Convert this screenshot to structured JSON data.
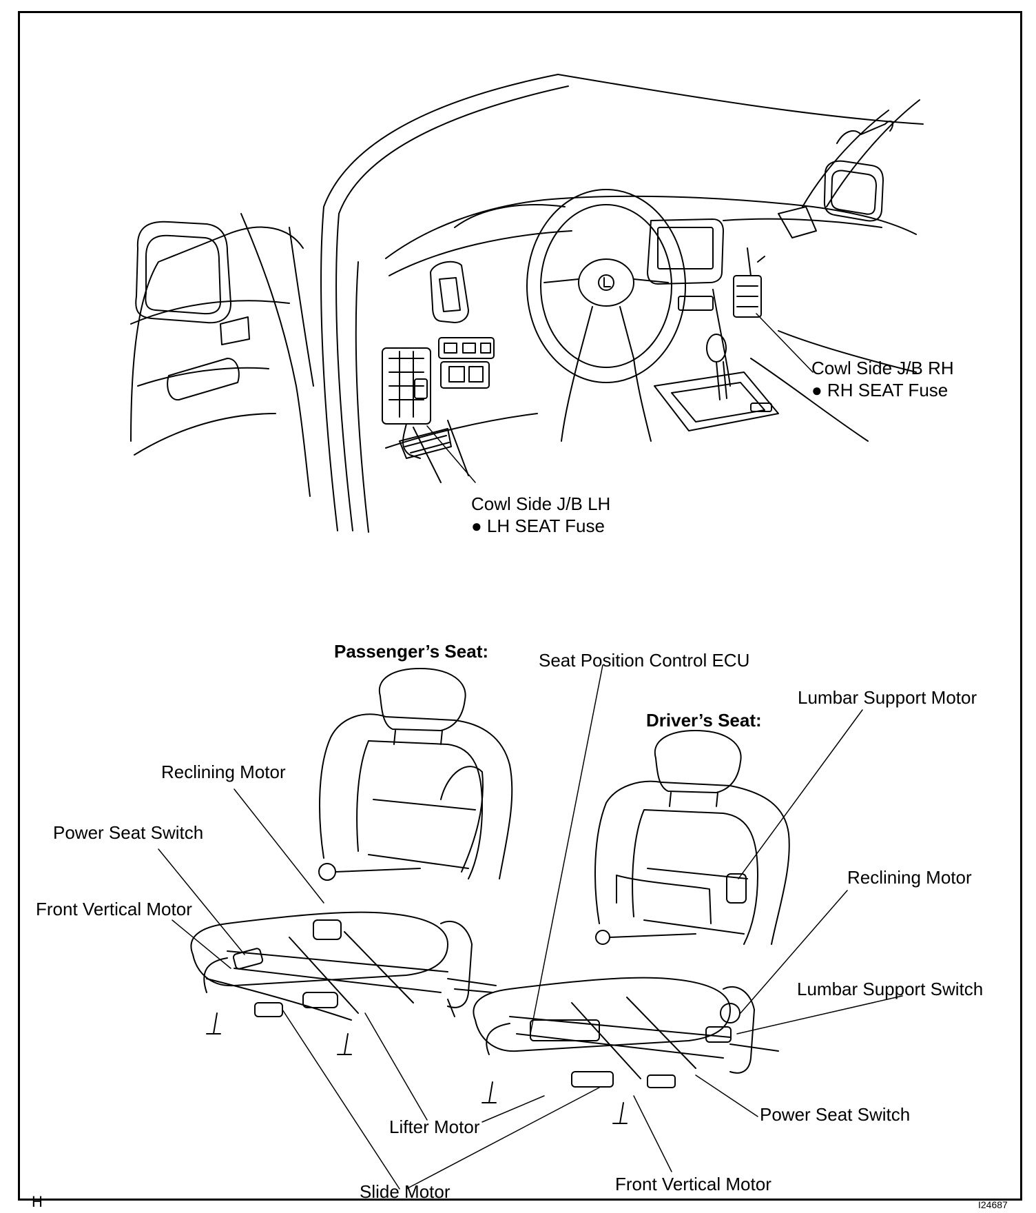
{
  "dashboard": {
    "cowl_lh": {
      "title": "Cowl Side J/B LH",
      "fuse": "● LH SEAT Fuse"
    },
    "cowl_rh": {
      "title": "Cowl Side J/B RH",
      "fuse": "● RH SEAT Fuse"
    }
  },
  "seats": {
    "passenger": {
      "heading": "Passenger’s Seat:",
      "reclining_motor": "Reclining Motor",
      "power_seat_switch": "Power Seat Switch",
      "front_vertical_motor": "Front Vertical Motor"
    },
    "driver": {
      "heading": "Driver’s Seat:",
      "lumbar_support_motor": "Lumbar Support Motor",
      "reclining_motor": "Reclining Motor",
      "lumbar_support_switch": "Lumbar Support Switch",
      "power_seat_switch": "Power Seat Switch",
      "front_vertical_motor": "Front Vertical Motor"
    },
    "seat_position_control_ecu": "Seat Position Control ECU",
    "lifter_motor": "Lifter Motor",
    "slide_motor": "Slide Motor"
  },
  "footer": {
    "corner_mark": "H",
    "figure_id": "I24687"
  }
}
